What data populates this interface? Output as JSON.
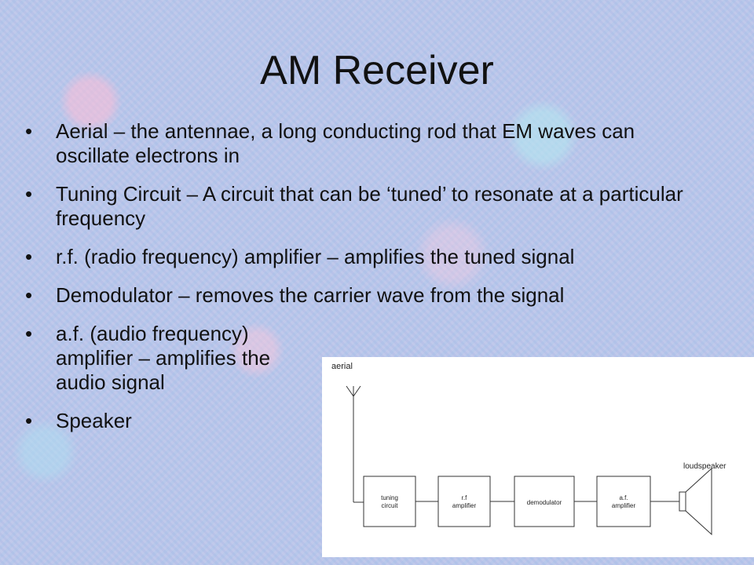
{
  "slide": {
    "title": "AM Receiver",
    "bullet_glyph": "•",
    "bullets": [
      "Aerial – the antennae, a long conducting rod that EM waves can oscillate electrons in",
      "Tuning Circuit – A circuit that can be ‘tuned’ to resonate at a particular frequency",
      "r.f. (radio frequency) amplifier – amplifies the tuned signal",
      "Demodulator – removes the carrier wave from the signal",
      "a.f. (audio frequency) amplifier – amplifies the audio signal",
      "Speaker"
    ]
  },
  "diagram": {
    "aerial_label": "aerial",
    "loudspeaker_label": "loudspeaker",
    "blocks": [
      {
        "line1": "tuning",
        "line2": "circuit"
      },
      {
        "line1": "r.f",
        "line2": "amplifier"
      },
      {
        "line1": "demodulator",
        "line2": ""
      },
      {
        "line1": "a.f.",
        "line2": "amplifier"
      }
    ]
  }
}
